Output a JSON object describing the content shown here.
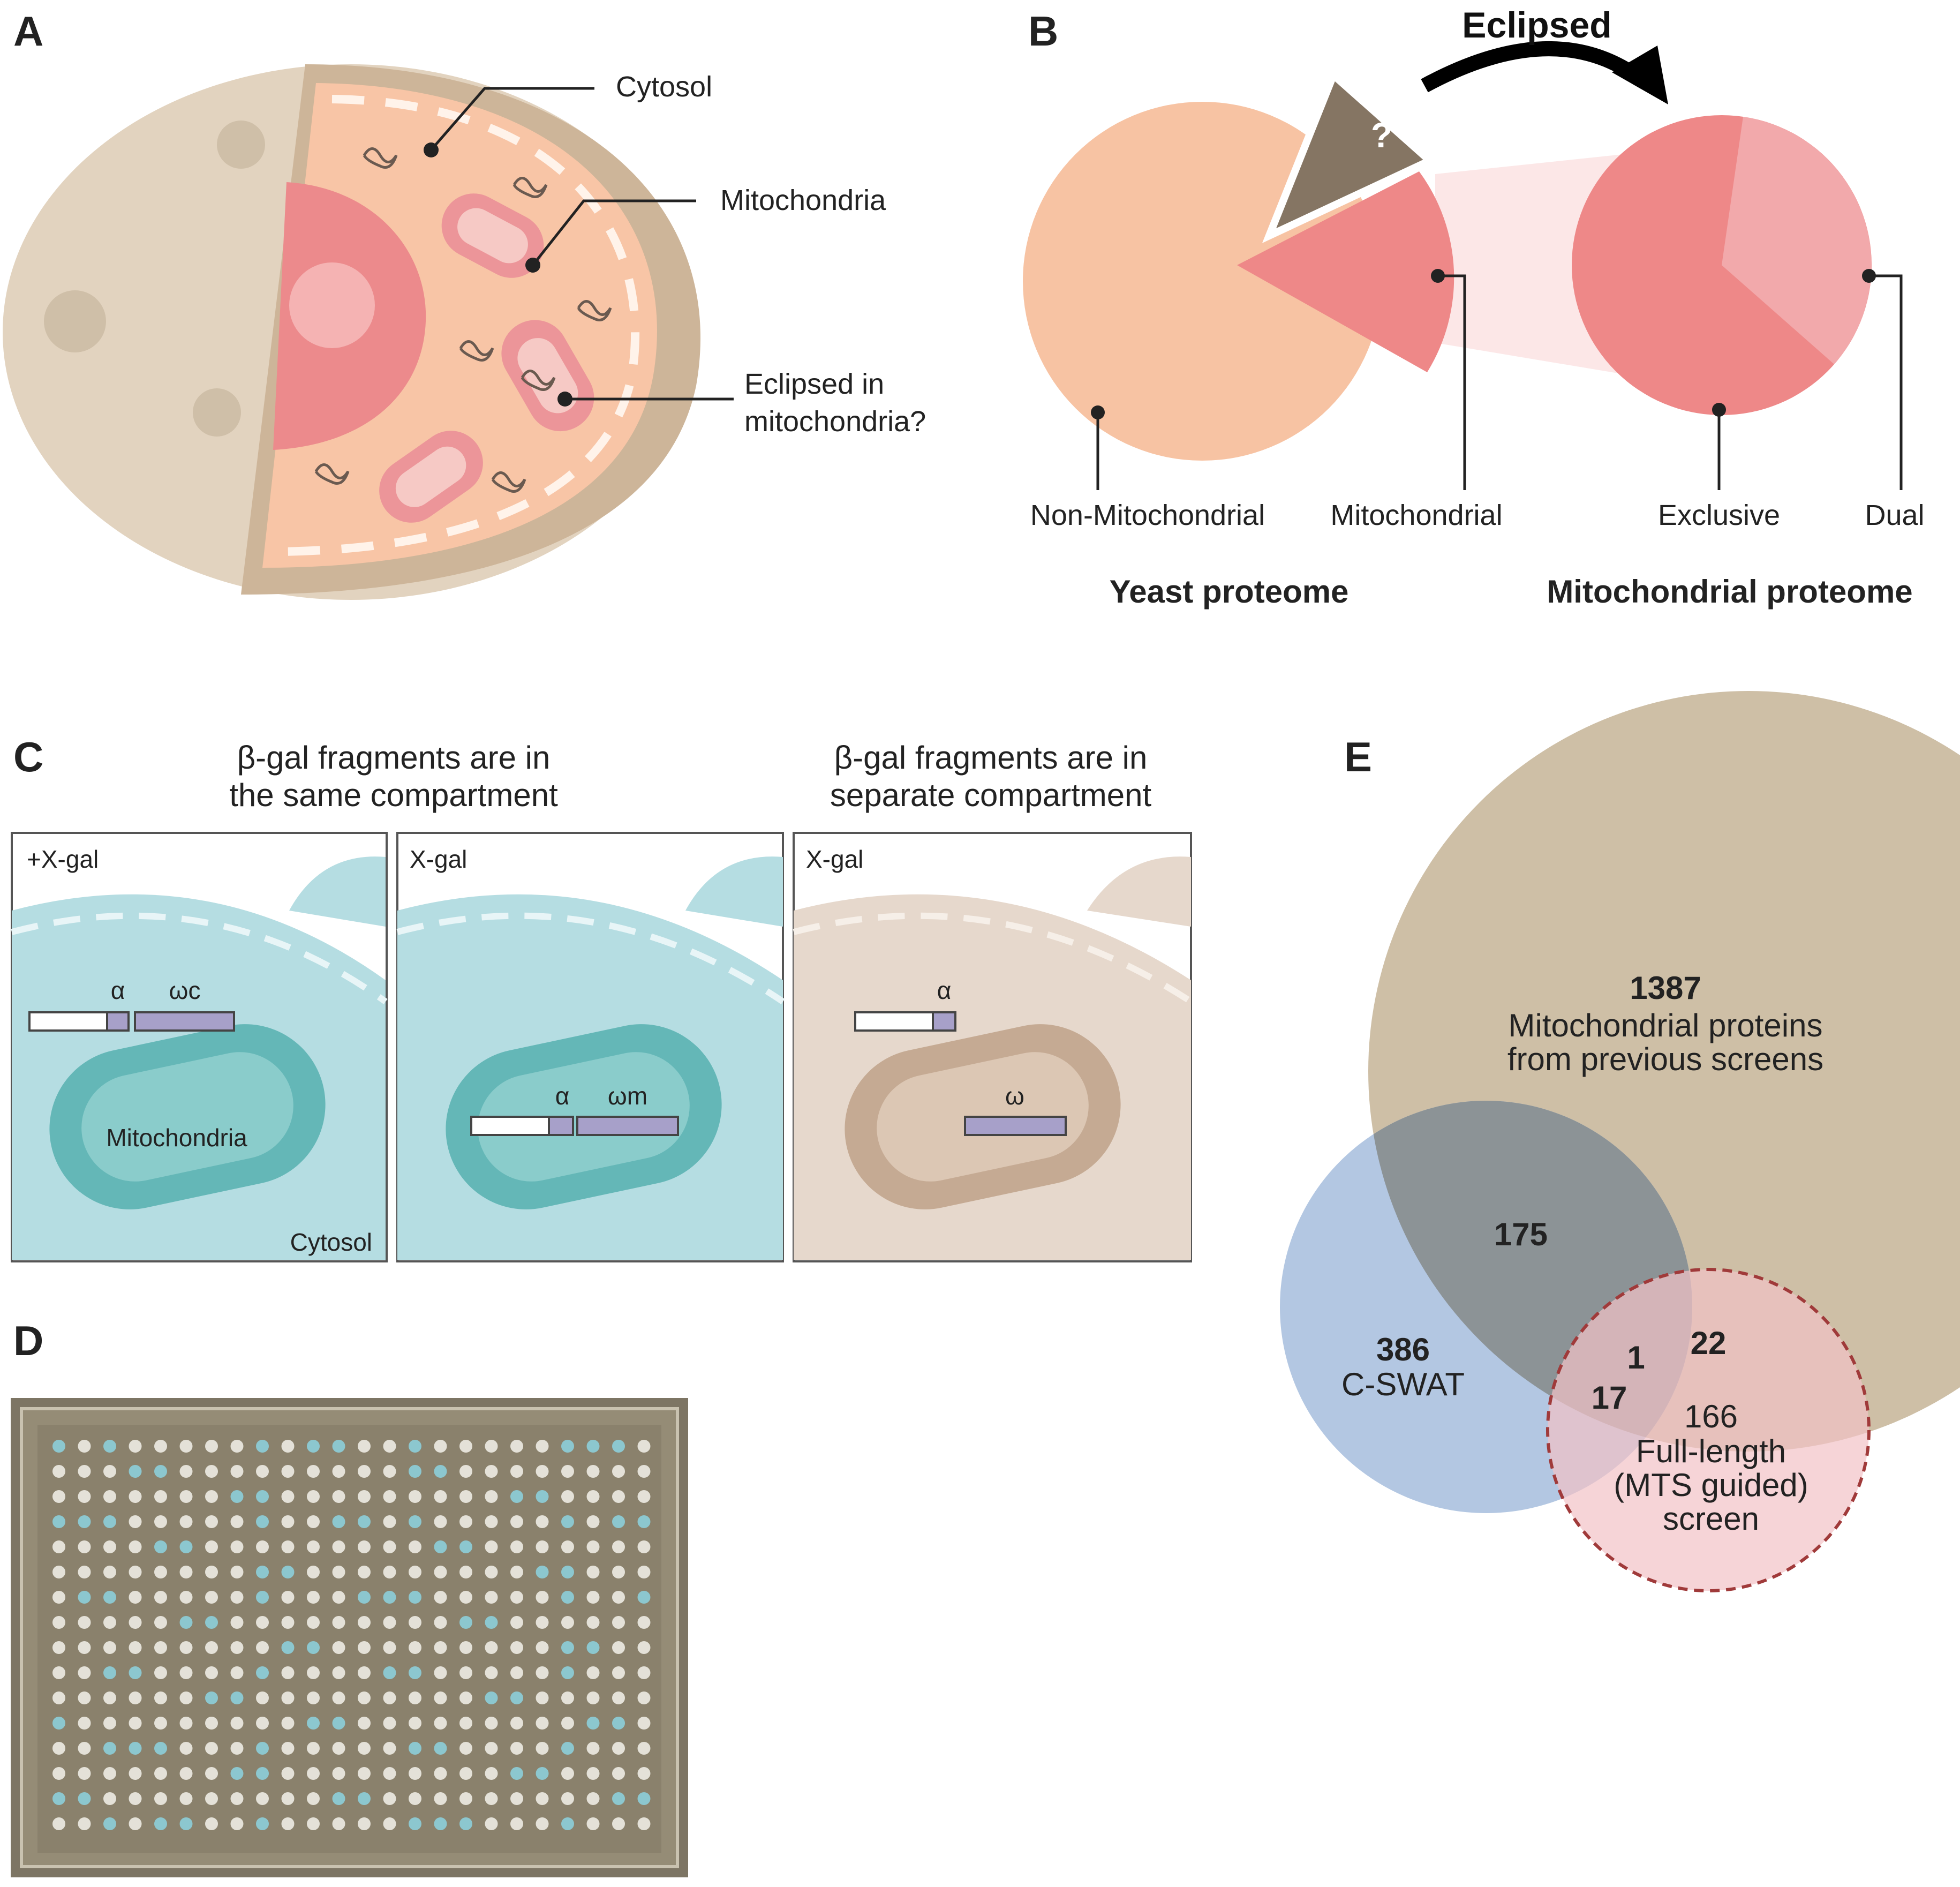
{
  "panels": {
    "a": {
      "label": "A",
      "callouts": [
        "Cytosol",
        "Mitochondria",
        "Eclipsed in",
        "mitochondria?"
      ]
    },
    "b": {
      "label": "B",
      "arrow_label": "Eclipsed",
      "question_mark": "?",
      "yeast_slices": [
        "Non-Mitochondrial",
        "Mitochondrial"
      ],
      "mito_slices": [
        "Exclusive",
        "Dual"
      ],
      "yeast_title": "Yeast proteome",
      "mito_title": "Mitochondrial proteome",
      "colors": {
        "non_mito": "#f7c3a3",
        "mito": "#ee8888",
        "dual": "#f2a9ab",
        "eclipsed": "#857563"
      }
    },
    "c": {
      "label": "C",
      "heading_left": [
        "β-gal fragments are in",
        "the same compartment"
      ],
      "heading_right": [
        "β-gal fragments are in",
        "separate compartment"
      ],
      "subpanels": [
        {
          "tag": "+X-gal",
          "frag1": "α",
          "frag2": "ωc",
          "organelle": "Mitochondria",
          "corner": "Cytosol"
        },
        {
          "tag": "X-gal",
          "frag1": "α",
          "frag2": "ωm"
        },
        {
          "tag": "X-gal",
          "frag1": "α",
          "frag2": "ω"
        }
      ],
      "colors": {
        "same": "#b5dde2",
        "separate": "#e6d8cc",
        "fragment": "#a7a0c9"
      }
    },
    "d": {
      "label": "D"
    },
    "e": {
      "label": "E",
      "sets": [
        {
          "count": "1387",
          "lines": [
            "Mitochondrial proteins",
            "from previous screens"
          ],
          "color": "#cebfa6"
        },
        {
          "count": "386",
          "lines": [
            "C-SWAT"
          ],
          "color": "#b3c7e2"
        },
        {
          "count": "166",
          "lines": [
            "Full-length",
            "(MTS guided)",
            "screen"
          ],
          "color": "#f2c2c6"
        }
      ],
      "overlaps": [
        "175",
        "22",
        "1",
        "17"
      ]
    }
  }
}
